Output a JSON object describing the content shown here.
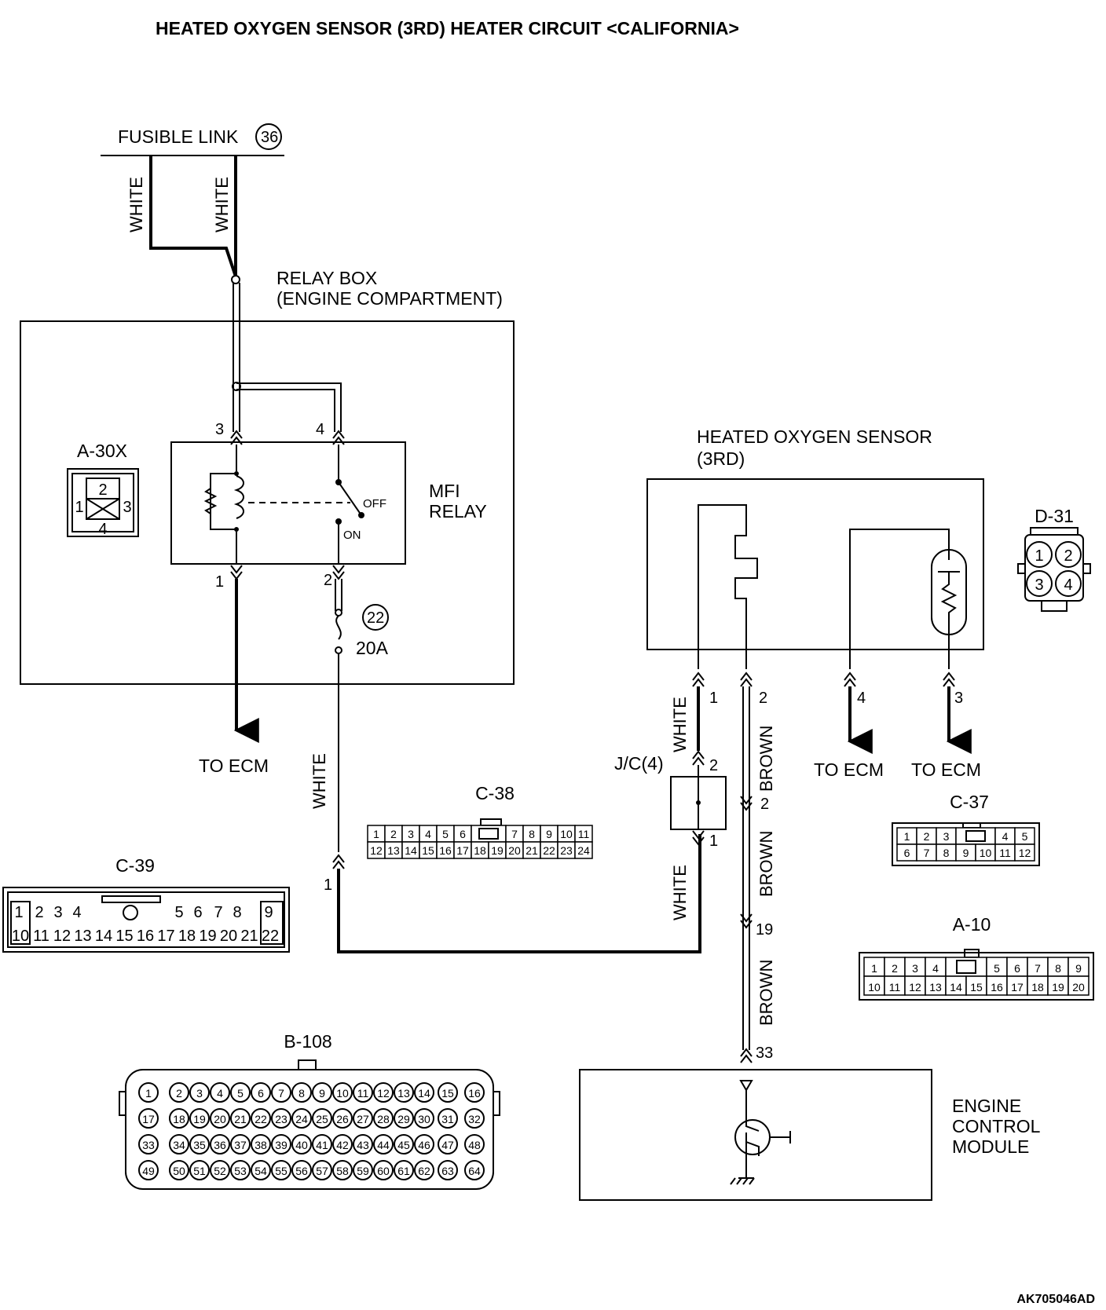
{
  "title": "HEATED OXYGEN SENSOR (3RD) HEATER CIRCUIT <CALIFORNIA>",
  "doc_id": "AK705046AD",
  "fusible_link": {
    "label": "FUSIBLE LINK",
    "number": "36"
  },
  "relay_box": {
    "line1": "RELAY BOX",
    "line2": "(ENGINE COMPARTMENT)"
  },
  "mfi_relay": {
    "line1": "MFI",
    "line2": "RELAY",
    "off": "OFF",
    "on": "ON"
  },
  "fuse": {
    "number": "22",
    "rating": "20A"
  },
  "sensor": {
    "line1": "HEATED OXYGEN SENSOR",
    "line2": "(3RD)"
  },
  "ecm": {
    "line1": "ENGINE",
    "line2": "CONTROL",
    "line3": "MODULE"
  },
  "jc": "J/C(4)",
  "to_ecm": "TO ECM",
  "wires": {
    "white": "WHITE",
    "brown": "BROWN"
  },
  "pins": {
    "relay_3": "3",
    "relay_4": "4",
    "relay_1": "1",
    "relay_2": "2",
    "c39_1": "1",
    "sensor_1": "1",
    "sensor_2": "2",
    "sensor_4": "4",
    "sensor_3": "3",
    "jc_2_top": "2",
    "jc_1_bot": "1",
    "jc_2_brown": "2",
    "ecm_19": "19",
    "ecm_33": "33"
  },
  "connectors": {
    "a30x": {
      "name": "A-30X",
      "pins": [
        "2",
        "1",
        "3",
        "4"
      ]
    },
    "d31": {
      "name": "D-31",
      "pins": [
        "1",
        "2",
        "3",
        "4"
      ]
    },
    "c38": {
      "name": "C-38",
      "row1": [
        "1",
        "2",
        "3",
        "4",
        "5",
        "6",
        "",
        "7",
        "8",
        "9",
        "10",
        "11"
      ],
      "row2": [
        "12",
        "13",
        "14",
        "15",
        "16",
        "17",
        "18",
        "19",
        "20",
        "21",
        "22",
        "23",
        "24"
      ]
    },
    "c37": {
      "name": "C-37",
      "row1": [
        "1",
        "2",
        "3",
        "",
        "4",
        "5"
      ],
      "row2": [
        "6",
        "7",
        "8",
        "9",
        "10",
        "11",
        "12"
      ]
    },
    "c39": {
      "name": "C-39",
      "row1": [
        "1",
        "2",
        "3",
        "4",
        "",
        "5",
        "6",
        "7",
        "8",
        "9"
      ],
      "row2": [
        "10",
        "11",
        "12",
        "13",
        "14",
        "15",
        "16",
        "17",
        "18",
        "19",
        "20",
        "21",
        "22"
      ]
    },
    "a10": {
      "name": "A-10",
      "row1": [
        "1",
        "2",
        "3",
        "4",
        "",
        "5",
        "6",
        "7",
        "8",
        "9"
      ],
      "row2": [
        "10",
        "11",
        "12",
        "13",
        "14",
        "15",
        "16",
        "17",
        "18",
        "19",
        "20"
      ]
    },
    "b108": {
      "name": "B-108",
      "rows": [
        [
          "1",
          "2",
          "3",
          "4",
          "5",
          "6",
          "7",
          "8",
          "9",
          "10",
          "11",
          "12",
          "13",
          "14",
          "15",
          "16"
        ],
        [
          "17",
          "18",
          "19",
          "20",
          "21",
          "22",
          "23",
          "24",
          "25",
          "26",
          "27",
          "28",
          "29",
          "30",
          "31",
          "32"
        ],
        [
          "33",
          "34",
          "35",
          "36",
          "37",
          "38",
          "39",
          "40",
          "41",
          "42",
          "43",
          "44",
          "45",
          "46",
          "47",
          "48"
        ],
        [
          "49",
          "50",
          "51",
          "52",
          "53",
          "54",
          "55",
          "56",
          "57",
          "58",
          "59",
          "60",
          "61",
          "62",
          "63",
          "64"
        ]
      ]
    }
  }
}
